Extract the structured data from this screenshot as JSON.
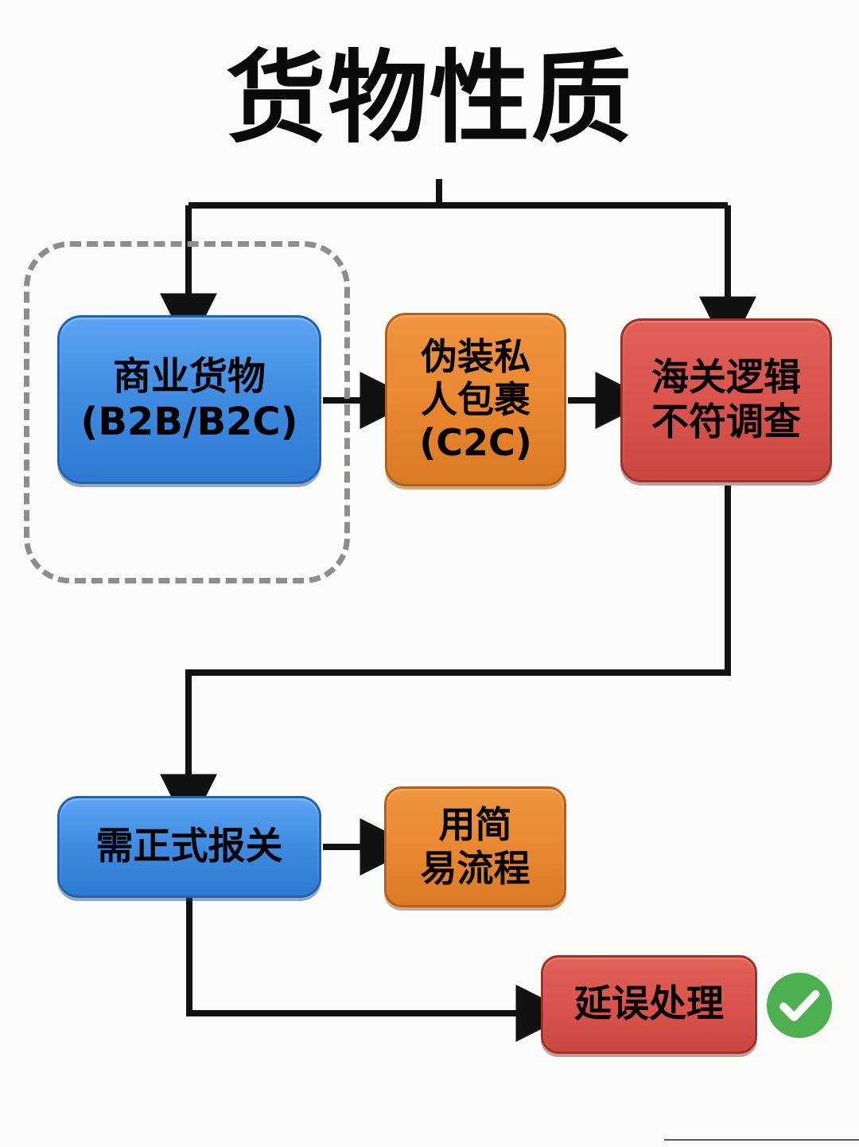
{
  "diagram": {
    "title": "货物性质",
    "type": "flowchart",
    "background_color": "#fbfbfa",
    "nodes": [
      {
        "id": "commercial",
        "label": "商业货物\n(B2B/B2C)",
        "color": "#3e8ae0",
        "shape": "rounded-rect",
        "group": "dashed-group"
      },
      {
        "id": "disguise",
        "label": "伪装私\n人包裹\n(C2C)",
        "color": "#e8872f",
        "shape": "rounded-rect"
      },
      {
        "id": "customs",
        "label": "海关逻辑\n不符调查",
        "color": "#d9534c",
        "shape": "rounded-rect"
      },
      {
        "id": "formal",
        "label": "需正式报关",
        "color": "#3e8ae0",
        "shape": "rounded-rect"
      },
      {
        "id": "simple",
        "label": "用简\n易流程",
        "color": "#e8872f",
        "shape": "rounded-rect"
      },
      {
        "id": "delay",
        "label": "延误处理",
        "color": "#d9534c",
        "shape": "rounded-rect"
      }
    ],
    "group": {
      "id": "dashed-group",
      "style": "dashed",
      "color": "#8d8d8d",
      "contains": [
        "commercial"
      ]
    },
    "edges": [
      {
        "from": "title",
        "to": "commercial",
        "style": "solid",
        "arrow": true
      },
      {
        "from": "title",
        "to": "customs",
        "style": "solid",
        "arrow": true
      },
      {
        "from": "commercial",
        "to": "disguise",
        "style": "solid",
        "arrow": true
      },
      {
        "from": "disguise",
        "to": "customs",
        "style": "solid",
        "arrow": true
      },
      {
        "from": "customs",
        "to": "formal",
        "style": "solid",
        "arrow": true
      },
      {
        "from": "formal",
        "to": "simple",
        "style": "solid",
        "arrow": true
      },
      {
        "from": "formal",
        "to": "delay",
        "style": "solid",
        "arrow": true
      }
    ],
    "status_icon": {
      "name": "check-circle",
      "color": "#4caf50",
      "attached_to": "delay"
    },
    "line_color": "#111111"
  }
}
